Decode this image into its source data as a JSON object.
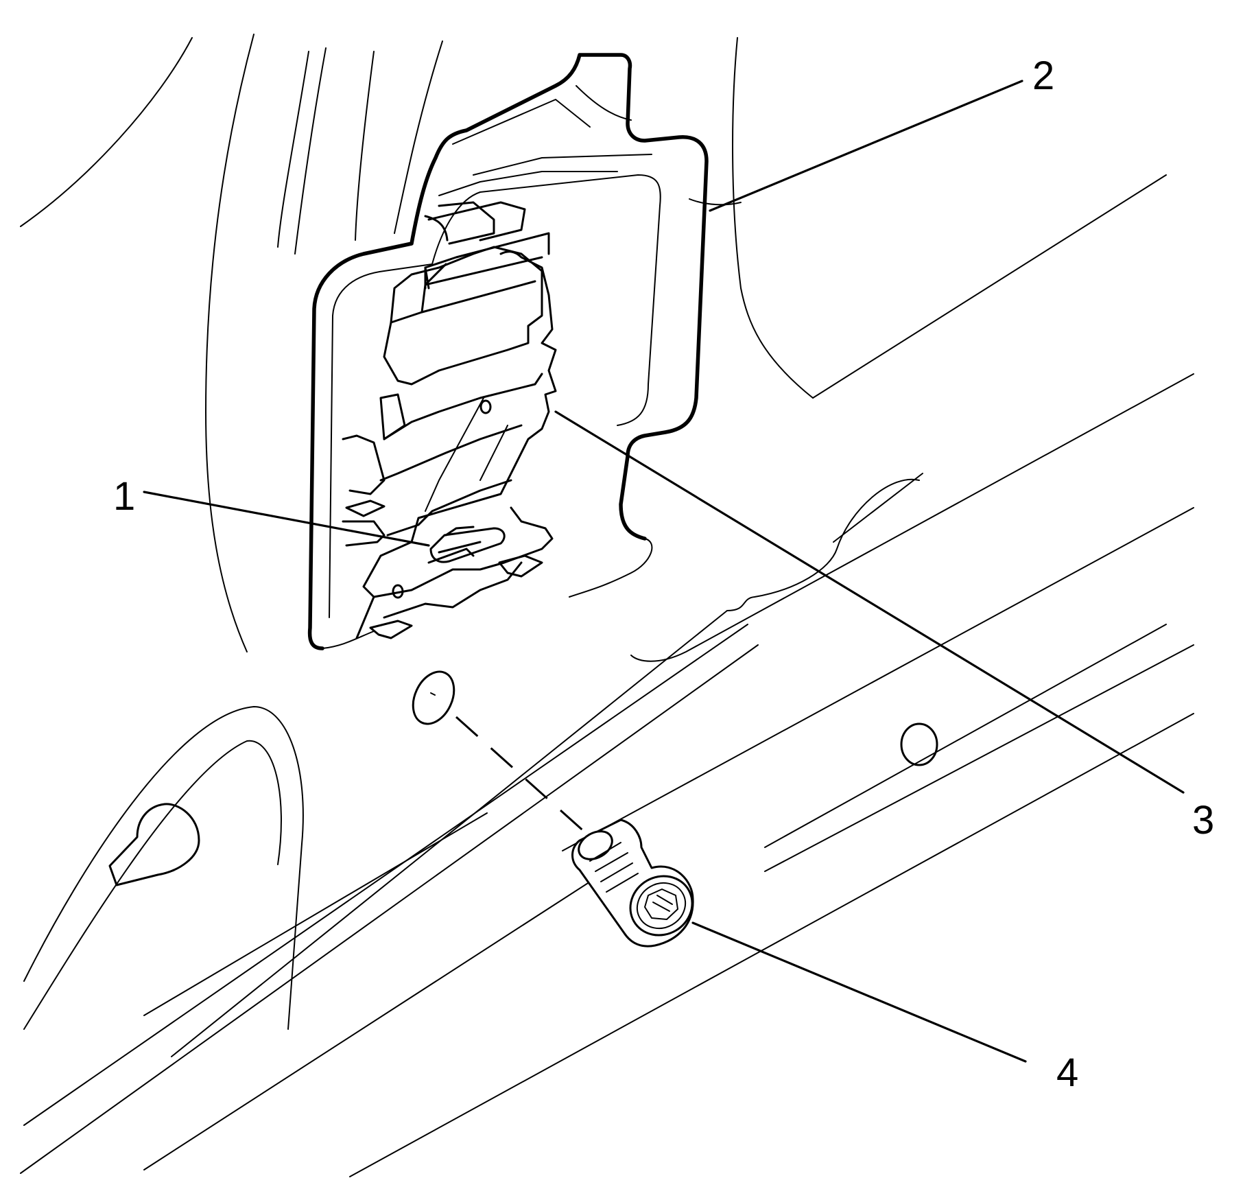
{
  "callouts": {
    "c1": "1",
    "c2": "2",
    "c3": "3",
    "c4": "4"
  },
  "icons": {
    "bolt": "bolt-icon",
    "bracket": "bracket-icon"
  }
}
